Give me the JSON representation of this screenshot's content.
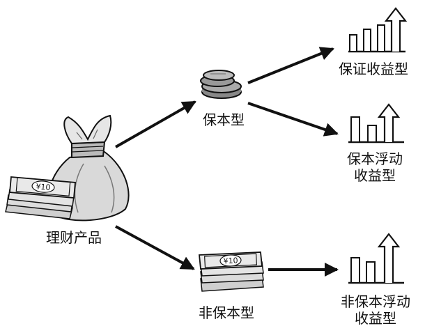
{
  "nodes": {
    "root": {
      "label": "理财产品",
      "icon": "money-bag-with-cash-icon"
    },
    "guaranteed": {
      "label": "保本型",
      "icon": "coin-stack-icon"
    },
    "non_guaranteed": {
      "label": "非保本型",
      "icon": "cash-stack-icon"
    },
    "fixed_return": {
      "label": "保证收益型",
      "icon": "rising-bar-chart-icon"
    },
    "floating_guaranteed": {
      "label_line1": "保本浮动",
      "label_line2": "收益型",
      "icon": "rising-bar-chart-icon"
    },
    "floating_non_guaranteed": {
      "label_line1": "非保本浮动",
      "label_line2": "收益型",
      "icon": "rising-bar-chart-icon"
    }
  },
  "banknote_text": "¥10",
  "colors": {
    "ink": "#111111",
    "bag_fill": "#d9d9d9",
    "note_fill": "#e9e9e9",
    "coin_fill": "#9a9a9a"
  }
}
